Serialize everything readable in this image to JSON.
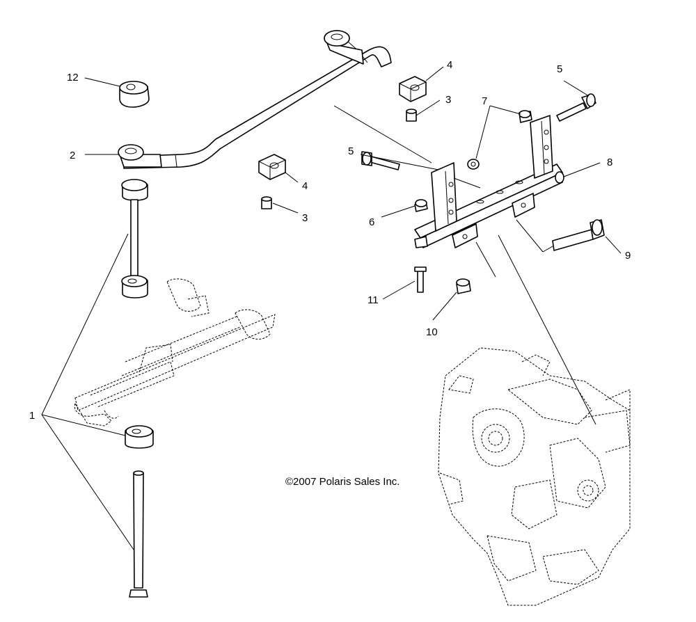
{
  "copyright": "©2007 Polaris Sales Inc.",
  "callouts": {
    "c1": "1",
    "c2": "2",
    "c3a": "3",
    "c3b": "3",
    "c4a": "4",
    "c4b": "4",
    "c5a": "5",
    "c5b": "5",
    "c6": "6",
    "c7": "7",
    "c8": "8",
    "c9": "9",
    "c10": "10",
    "c11": "11",
    "c12": "12"
  }
}
